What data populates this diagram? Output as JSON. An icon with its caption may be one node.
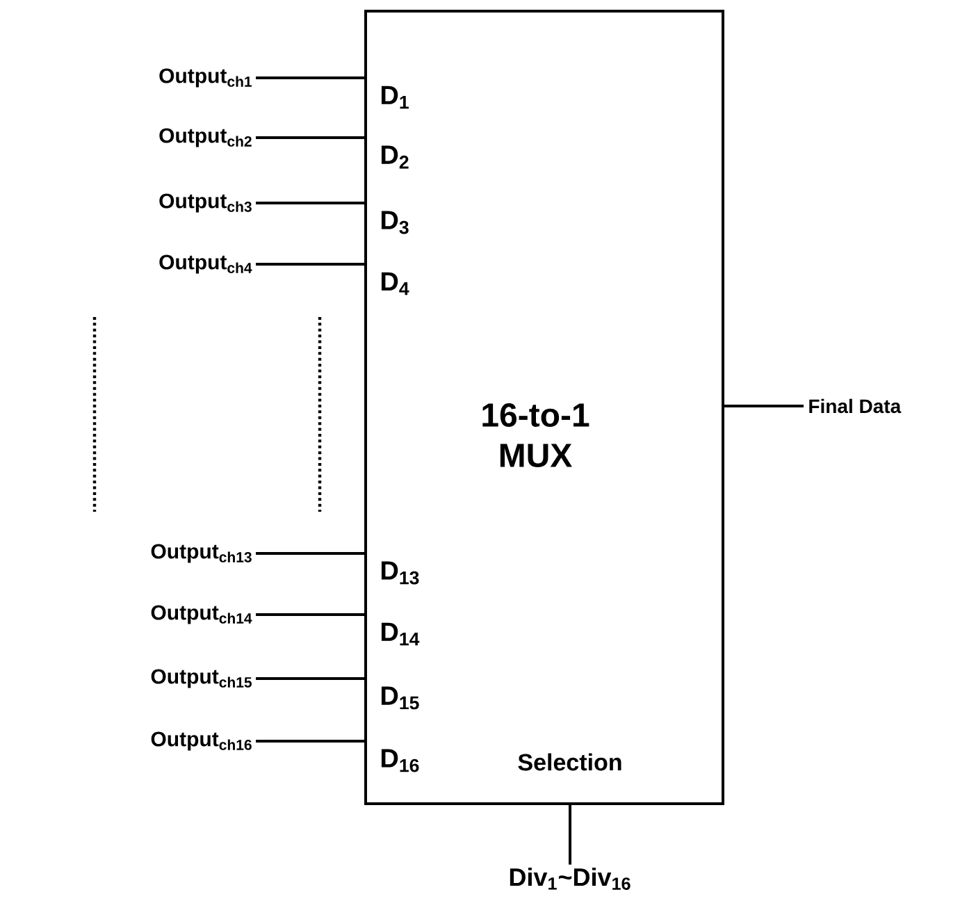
{
  "diagram": {
    "nodes": [
      {
        "text": [
          "16-to-1 MUX",
          "D$_{1}$",
          "D$_{2}$",
          "D$_{3}$",
          "D$_{4}$",
          "D$_{13}$",
          "D$_{14}$",
          "D$_{15}$",
          "D$_{16}$",
          "Selection"
        ]
      },
      {
        "text": [
          "Output$_{ch1}$"
        ]
      },
      {
        "text": [
          "Output$_{ch2}$"
        ]
      },
      {
        "text": [
          "Output$_{ch3}$"
        ]
      },
      {
        "text": [
          "Output$_{ch4}$"
        ]
      },
      {
        "text": [
          "Output$_{ch13}$"
        ]
      },
      {
        "text": [
          "Output$_{ch14}$"
        ]
      },
      {
        "text": [
          "Output$_{ch15}$"
        ]
      },
      {
        "text": [
          "Output$_{ch16}$"
        ]
      },
      {
        "text": [
          "Final Data"
        ]
      },
      {
        "text": [
          "Div$_{1}$~Div$_{16}$"
        ]
      }
    ],
    "edges": [
      {
        "from": 1,
        "to": 0,
        "arrow": "none"
      },
      {
        "from": 2,
        "to": 0,
        "arrow": "none"
      },
      {
        "from": 3,
        "to": 0,
        "arrow": "none"
      },
      {
        "from": 4,
        "to": 0,
        "arrow": "none"
      },
      {
        "from": 5,
        "to": 0,
        "arrow": "none"
      },
      {
        "from": 6,
        "to": 0,
        "arrow": "none"
      },
      {
        "from": 7,
        "to": 0,
        "arrow": "none"
      },
      {
        "from": 8,
        "to": 0,
        "arrow": "none"
      },
      {
        "from": 0,
        "to": 9,
        "arrow": "none"
      },
      {
        "from": 10,
        "to": 0,
        "arrow": "none"
      }
    ]
  }
}
